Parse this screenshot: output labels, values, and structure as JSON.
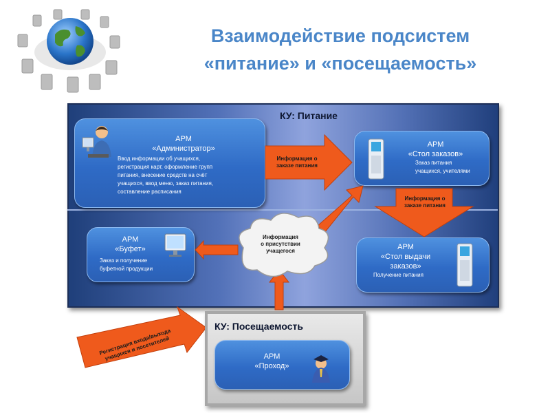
{
  "title": {
    "line1": "Взаимодействие подсистем",
    "line2": "«питание» и «посещаемость»"
  },
  "panels": {
    "pitanie": {
      "label": "КУ: Питание"
    },
    "poseshaemost": {
      "label": "КУ: Посещаемость"
    }
  },
  "boxes": {
    "admin": {
      "line1": "АРМ",
      "line2": "«Администратор»",
      "desc": [
        "Ввод информации об учащихся,",
        "регистрация карт, оформление групп",
        "питания, внесение средств на счёт",
        "учащихся, ввод меню, заказ питания,",
        "составление расписания"
      ]
    },
    "stol_zakazov": {
      "line1": "АРМ",
      "line2": "«Стол заказов»",
      "desc": [
        "Заказ питания",
        "учащихся, учителями"
      ]
    },
    "bufet": {
      "line1": "АРМ",
      "line2": "«Буфет»",
      "desc": [
        "Заказ и получение",
        "буфетной продукции"
      ]
    },
    "stol_vydachi": {
      "line1": "АРМ",
      "line2": "«Стол выдачи",
      "line3": "заказов»",
      "desc": [
        "Получение питания"
      ]
    },
    "prohod": {
      "line1": "АРМ",
      "line2": "«Проход»"
    }
  },
  "arrows": {
    "info_order_right": [
      "Информация о",
      "заказе питания"
    ],
    "info_order_down": [
      "Информация о",
      "заказе питания"
    ],
    "registration": [
      "Регистрация входа/выхода",
      "учащихся и посетителей"
    ]
  },
  "cloud": {
    "lines": [
      "Информация",
      "о присутствии",
      "учащегося"
    ]
  },
  "colors": {
    "title": "#4a86c8",
    "arrow_orange": "#ef5a1c",
    "box_blue": "#2f6bc6",
    "panel_blue": "#5271b8"
  }
}
